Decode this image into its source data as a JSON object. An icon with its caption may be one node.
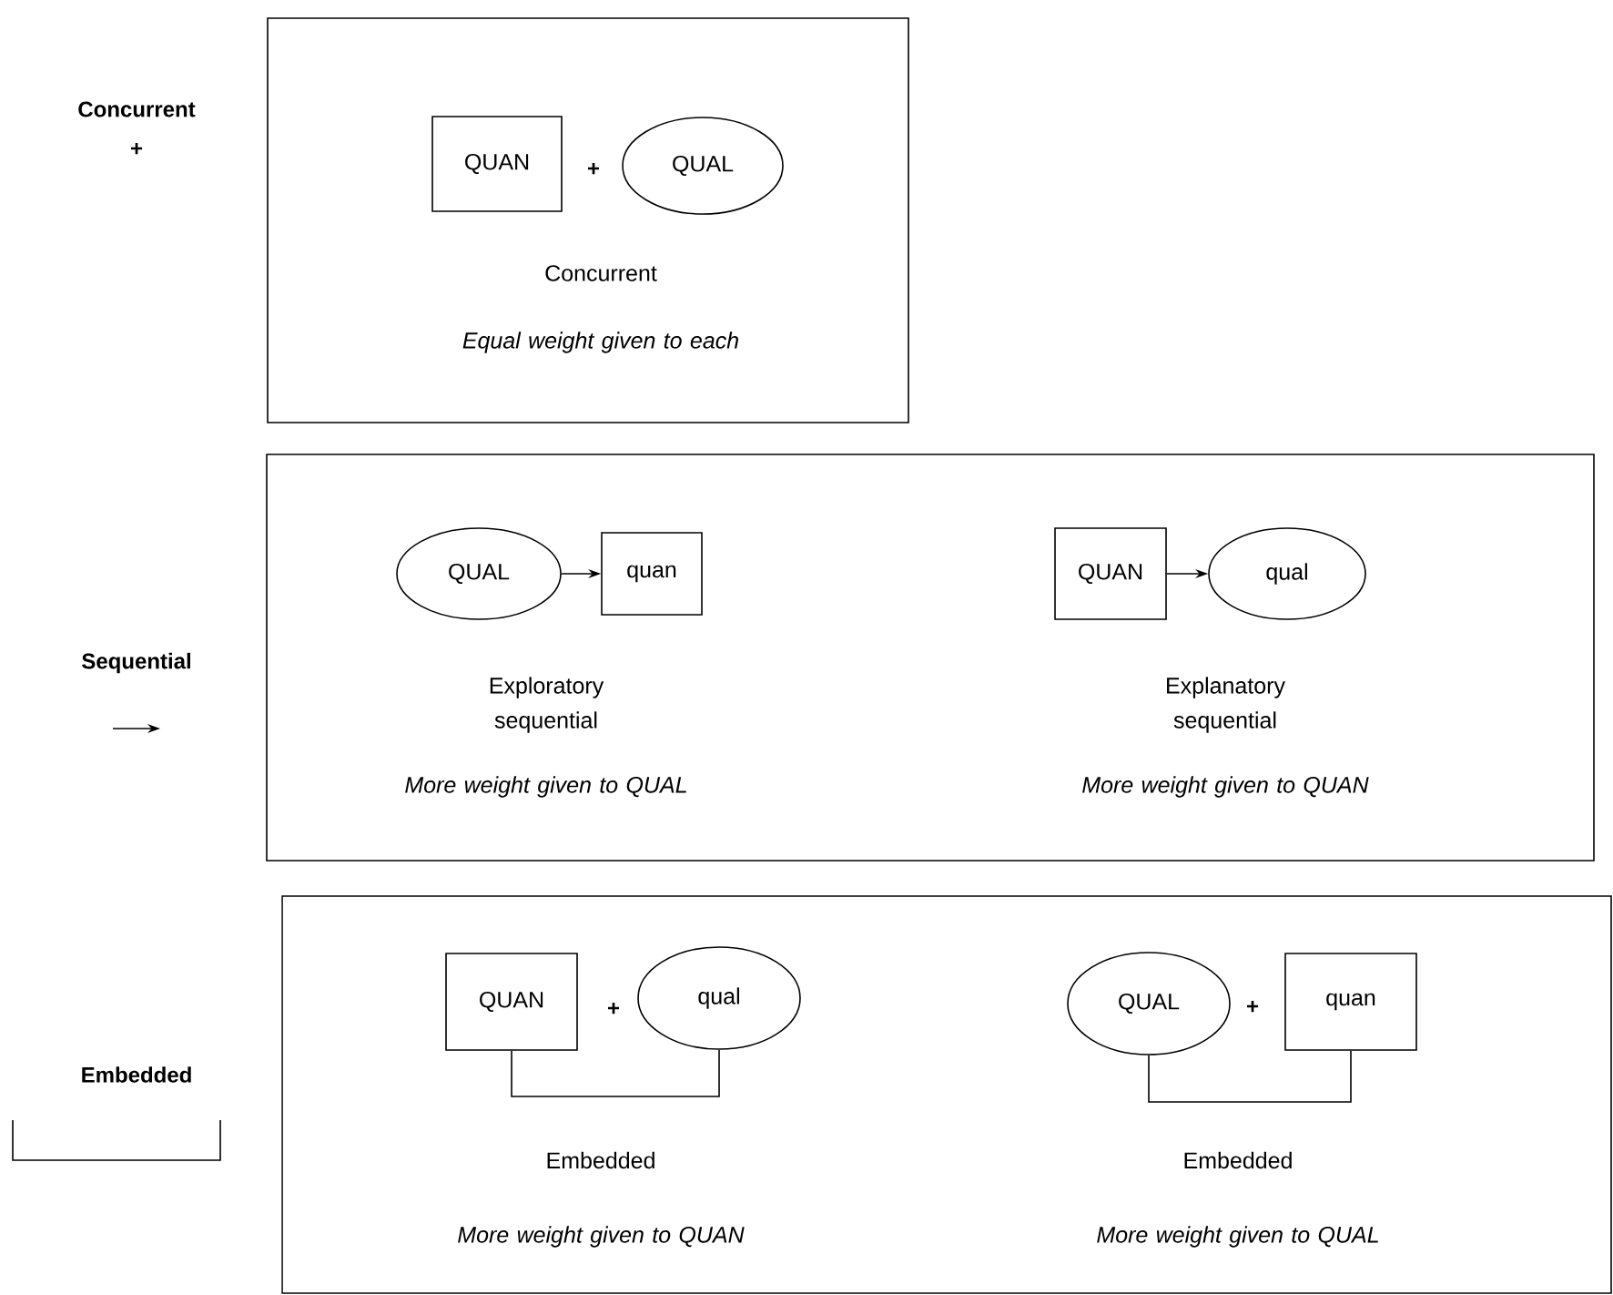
{
  "diagram": {
    "nodes": [
      {
        "text": [
          "Concurrent",
          "Equal weight given to each"
        ]
      },
      {
        "text": [
          "QUAN"
        ],
        "in": 0
      },
      {
        "text": [
          "QUAL"
        ],
        "in": 0
      },
      {
        "text": [
          "Exploratory sequential",
          "More weight given to QUAL",
          "Explanatory sequential",
          "More weight given to QUAN"
        ]
      },
      {
        "text": [
          "QUAL"
        ],
        "in": 3
      },
      {
        "text": [
          "quan"
        ],
        "in": 3
      },
      {
        "text": [
          "QUAN"
        ],
        "in": 3
      },
      {
        "text": [
          "qual"
        ],
        "in": 3
      },
      {
        "text": [
          "Embedded",
          "More weight given to QUAN",
          "Embedded",
          "More weight given to QUAL"
        ]
      },
      {
        "text": [
          "QUAN"
        ],
        "in": 8
      },
      {
        "text": [
          "qual"
        ],
        "in": 8
      },
      {
        "text": [
          "QUAL"
        ],
        "in": 8
      },
      {
        "text": [
          "quan"
        ],
        "in": 8
      }
    ],
    "edges": [
      {
        "from": 4,
        "to": 5,
        "arrow": "to"
      },
      {
        "from": 6,
        "to": 7,
        "arrow": "to"
      },
      {
        "from": 9,
        "to": 10,
        "arrow": "none"
      },
      {
        "from": 11,
        "to": 12,
        "arrow": "none"
      }
    ],
    "labels": [
      "Concurrent",
      "+",
      "+",
      "Sequential",
      "Embedded",
      "+",
      "+"
    ]
  }
}
